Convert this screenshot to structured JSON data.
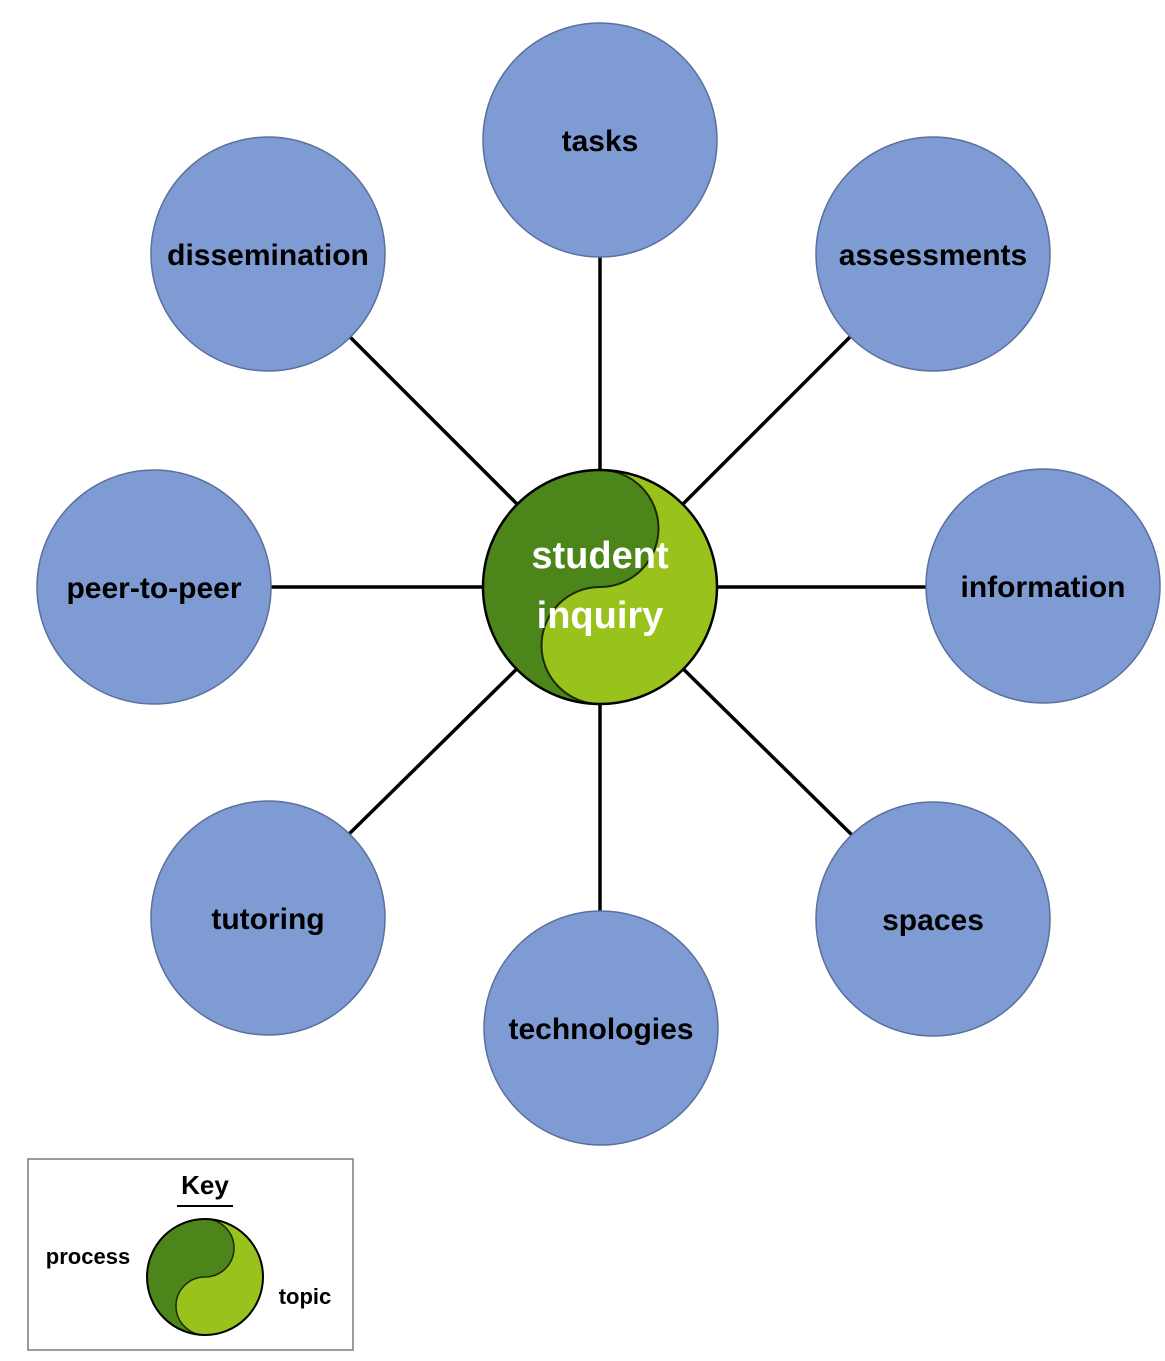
{
  "center": {
    "line1": "student",
    "line2": "inquiry"
  },
  "nodes": [
    {
      "id": "tasks",
      "label": "tasks"
    },
    {
      "id": "assessments",
      "label": "assessments"
    },
    {
      "id": "information",
      "label": "information"
    },
    {
      "id": "spaces",
      "label": "spaces"
    },
    {
      "id": "technologies",
      "label": "technologies"
    },
    {
      "id": "tutoring",
      "label": "tutoring"
    },
    {
      "id": "peer-to-peer",
      "label": "peer-to-peer"
    },
    {
      "id": "dissemination",
      "label": "dissemination"
    }
  ],
  "key": {
    "title": "Key",
    "process_label": "process",
    "topic_label": "topic"
  },
  "colors": {
    "node_fill": "#7F9BD3",
    "node_stroke": "#5a6f9e",
    "process_green": "#4C861A",
    "topic_green": "#99C21C",
    "connector": "#000000"
  }
}
